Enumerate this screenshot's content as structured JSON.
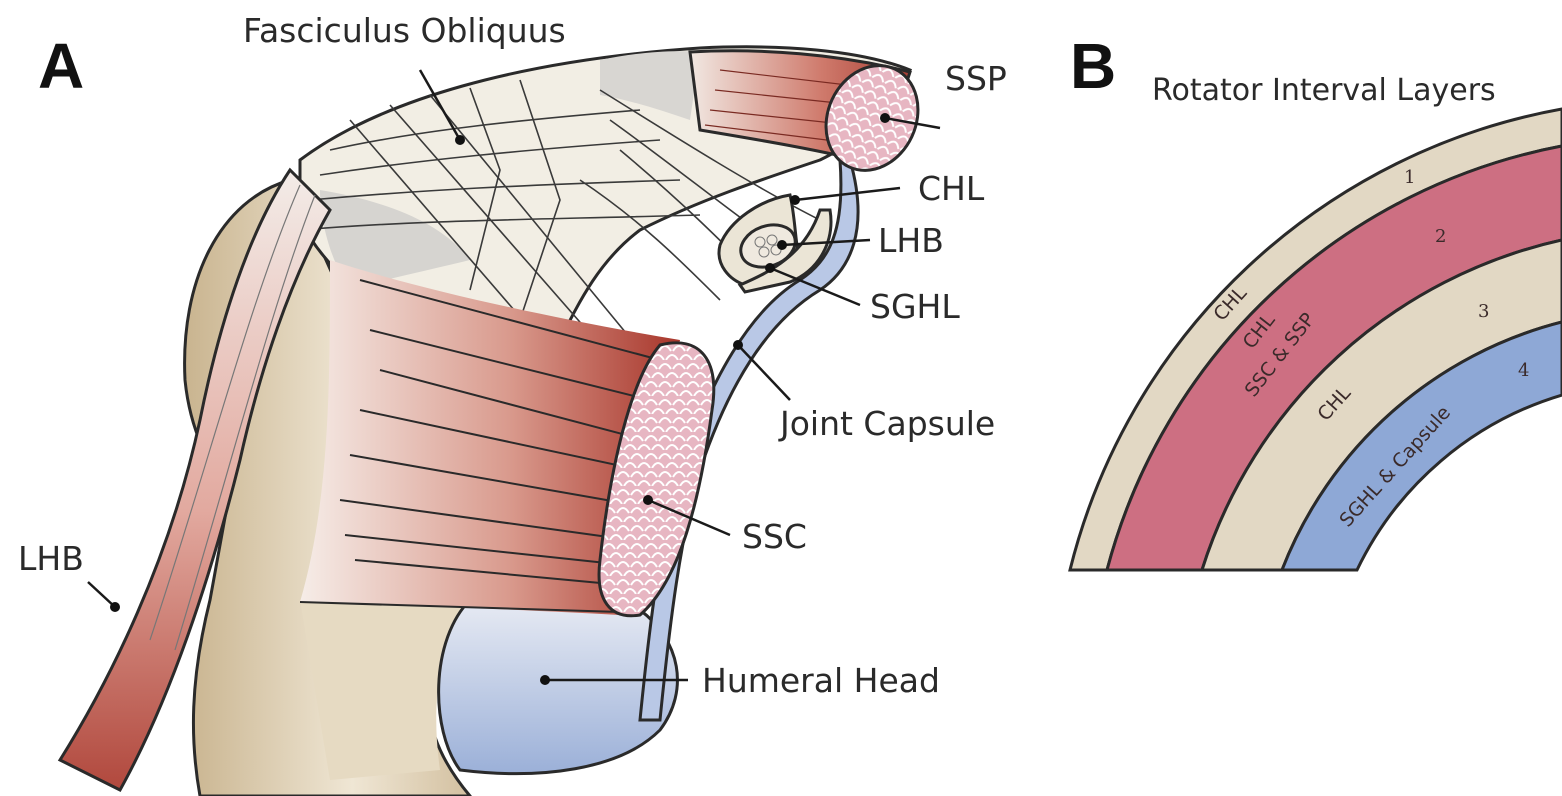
{
  "panel_a": {
    "letter": "A",
    "labels": {
      "fasciculus": "Fasciculus Obliquus",
      "ssp": "SSP",
      "chl": "CHL",
      "lhb_right": "LHB",
      "sghl": "SGHL",
      "joint_capsule": "Joint Capsule",
      "ssc": "SSC",
      "lhb_left": "LHB",
      "humeral_head": "Humeral Head"
    }
  },
  "panel_b": {
    "letter": "B",
    "title": "Rotator Interval Layers",
    "layers": [
      {
        "number": "1",
        "text_lines": [
          "CHL"
        ],
        "color": "#e0d6c2"
      },
      {
        "number": "2",
        "text_lines": [
          "CHL",
          "SSC & SSP"
        ],
        "color": "#cc6e80"
      },
      {
        "number": "3",
        "text_lines": [
          "CHL"
        ],
        "color": "#e0d6c2"
      },
      {
        "number": "4",
        "text_lines": [
          "SGHL & Capsule"
        ],
        "color": "#8fa8d4"
      }
    ]
  },
  "colors": {
    "beige": "#e6dcc6",
    "muscle_red": "#b8463c",
    "muscle_pink": "#e4a4b4",
    "humeral_blue": "#a8b8dc",
    "ligament_white": "#f2efe6"
  }
}
